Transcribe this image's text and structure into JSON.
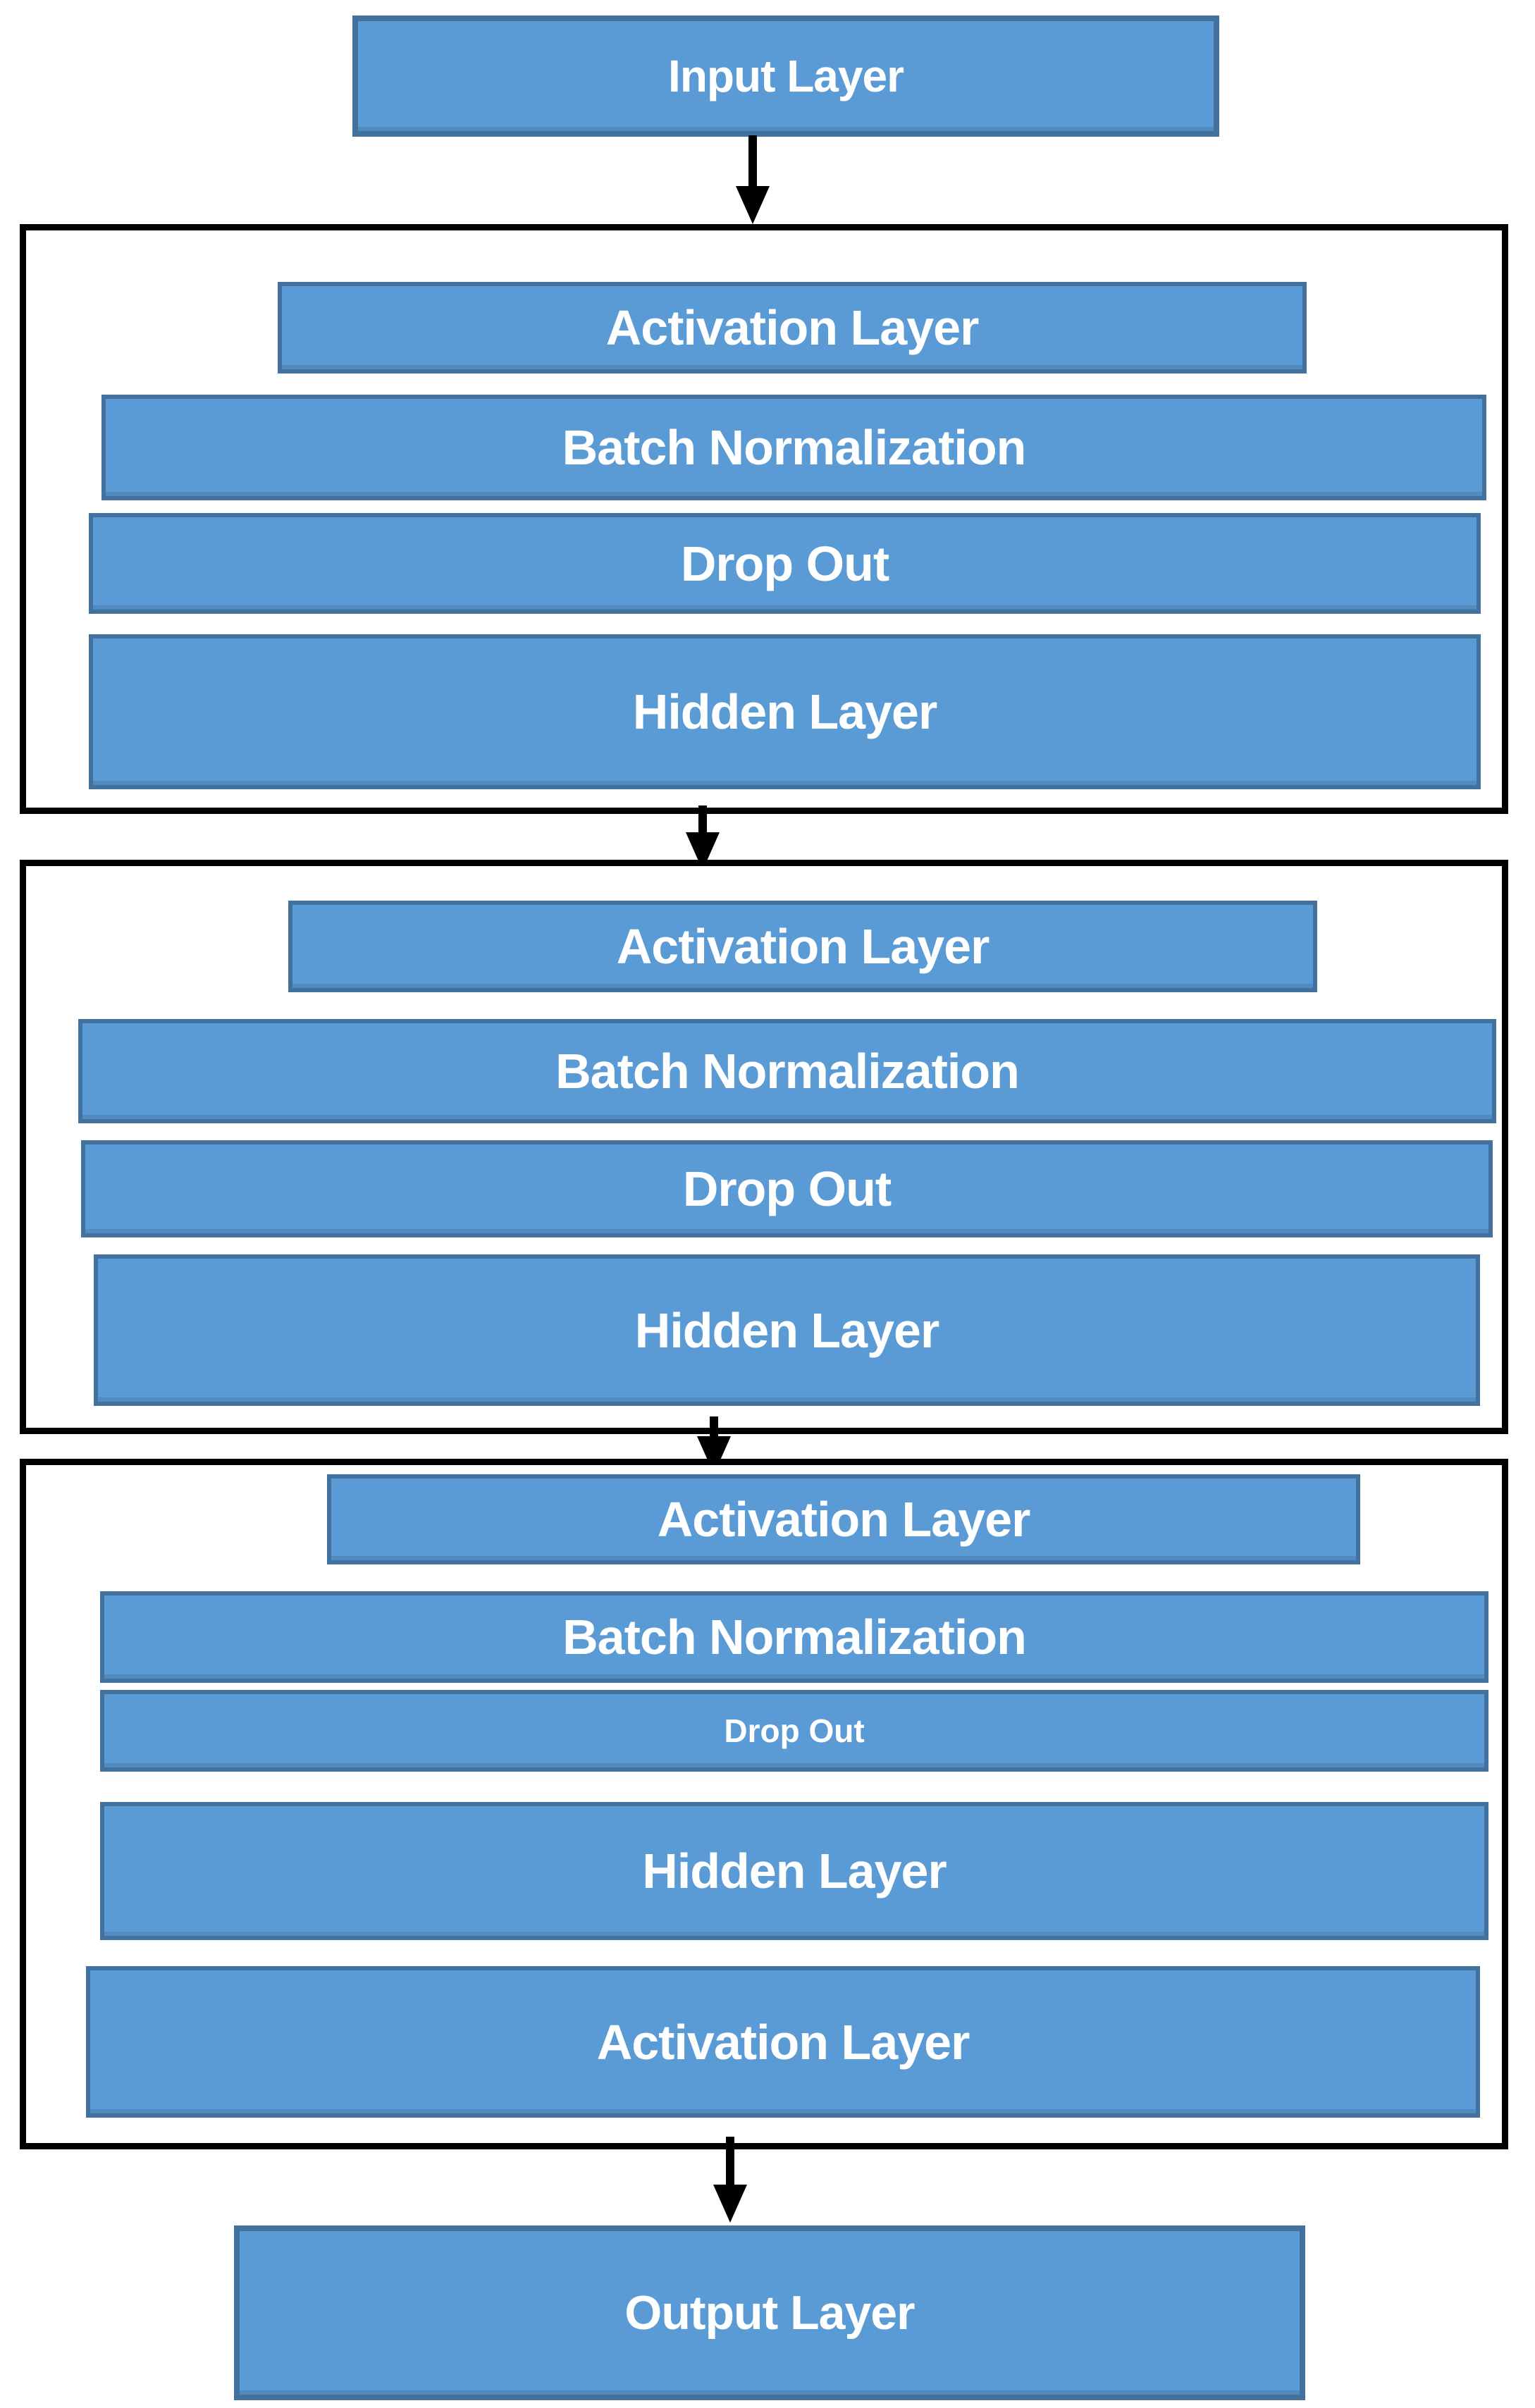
{
  "diagram": {
    "input_label": "Input Layer",
    "output_label": "Output Layer",
    "groups": [
      {
        "name": "hidden-block-1",
        "rows": [
          {
            "label": "Activation Layer"
          },
          {
            "label": "Batch Normalization"
          },
          {
            "label": "Drop Out"
          },
          {
            "label": "Hidden Layer"
          }
        ]
      },
      {
        "name": "hidden-block-2",
        "rows": [
          {
            "label": "Activation Layer"
          },
          {
            "label": "Batch Normalization"
          },
          {
            "label": "Drop Out"
          },
          {
            "label": "Hidden Layer"
          }
        ]
      },
      {
        "name": "hidden-block-3",
        "rows": [
          {
            "label": "Activation Layer"
          },
          {
            "label": "Batch Normalization"
          },
          {
            "label": "Drop Out"
          },
          {
            "label": "Hidden Layer"
          },
          {
            "label": "Activation Layer"
          }
        ]
      }
    ],
    "colors": {
      "box_fill": "#5b9bd5",
      "box_border": "#41719c",
      "group_border": "#000000",
      "arrow": "#000000",
      "text": "#ffffff",
      "background": "#ffffff"
    }
  }
}
